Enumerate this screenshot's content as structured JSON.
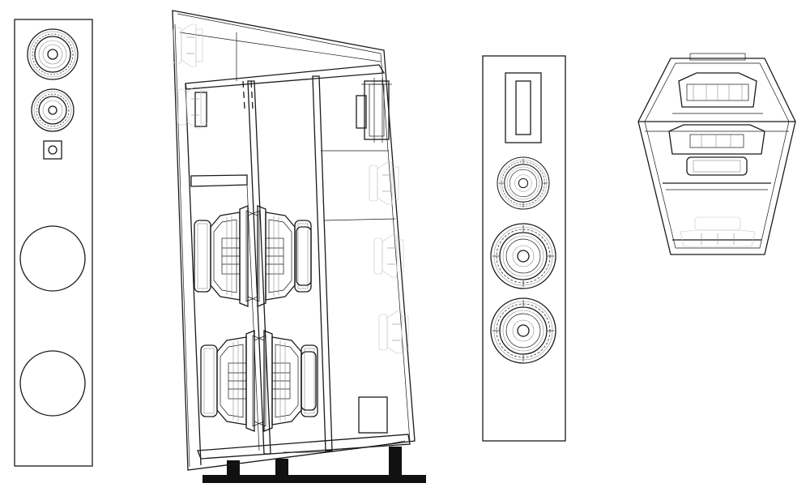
{
  "drawing": {
    "views": [
      {
        "view": "front",
        "drivers": [
          "tweeter",
          "midrange",
          "supertweeter",
          "woofer",
          "woofer"
        ]
      },
      {
        "view": "side-section",
        "woofers": 4,
        "feet": 3
      },
      {
        "view": "rear",
        "drivers": [
          "port",
          "driver",
          "driver",
          "driver"
        ]
      },
      {
        "view": "top",
        "drivers": 3
      }
    ]
  }
}
